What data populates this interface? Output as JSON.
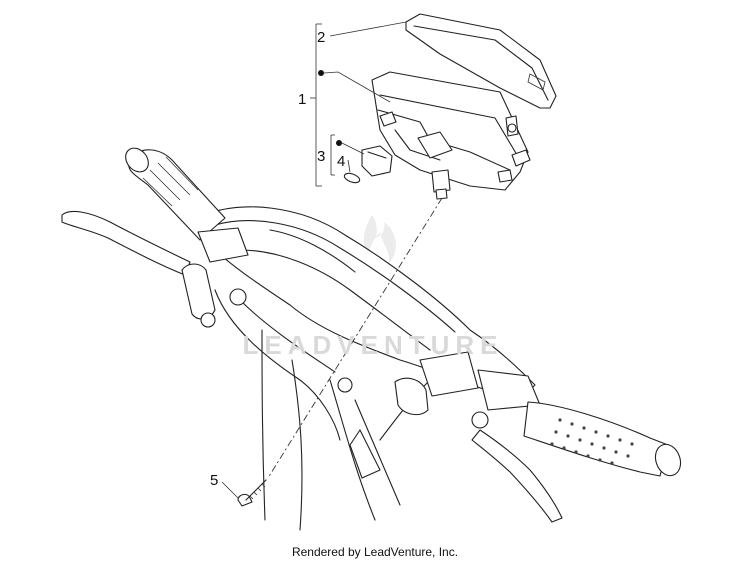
{
  "callouts": {
    "c1": "1",
    "c2": "2",
    "c3": "3",
    "c4": "4",
    "c5": "5"
  },
  "watermark": "LEADVENTURE",
  "credit": "Rendered by LeadVenture, Inc."
}
